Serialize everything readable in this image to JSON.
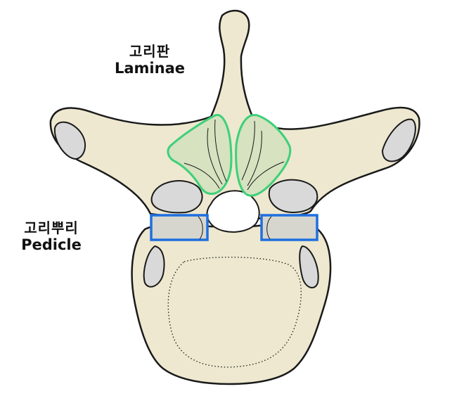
{
  "labels": {
    "laminae": {
      "korean": "고리판",
      "english": "Laminae"
    },
    "pedicle": {
      "korean": "고리뿌리",
      "english": "Pedicle"
    }
  },
  "colors": {
    "bone_fill": "#ede8cf",
    "outline": "#1a1a1a",
    "facet_fill": "#d9d9d9",
    "laminae_highlight_stroke": "#3dd07a",
    "laminae_highlight_fill": "#d6e2c0",
    "pedicle_highlight_stroke": "#1f6fe0",
    "pedicle_highlight_fill": "#d6d6cf"
  }
}
